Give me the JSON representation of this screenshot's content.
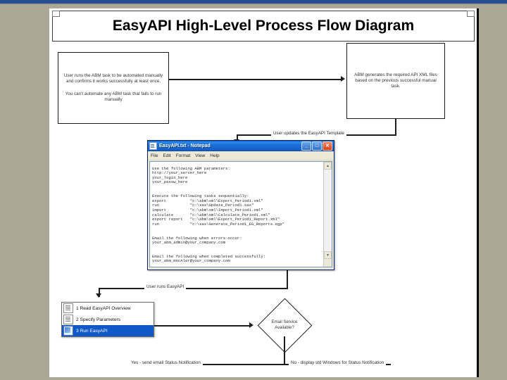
{
  "slide": {
    "title": "EasyAPI High-Level Process Flow Diagram"
  },
  "boxes": {
    "manual_task": {
      "line1": "User runs the ABM task to be automated manually and confirms it works successfully at least once.",
      "line2": "You can't automate any ABM task that fails to run manually"
    },
    "abm_generates": {
      "text": "ABM generates the required API XML files based on the previous successful manual task."
    }
  },
  "connectors": {
    "update_template": "User updates the EasyAPI Template",
    "runs_easyapi": "User runs EasyAPI",
    "yes_branch": "Yes - send email Status Notification",
    "no_branch": "No - display std Windows for Status Notification"
  },
  "decision": {
    "line1": "Email Service",
    "line2": "Available?"
  },
  "notepad": {
    "title": "EasyAPI.txt - Notepad",
    "icon": "notepad-document-icon",
    "menu": [
      "File",
      "Edit",
      "Format",
      "View",
      "Help"
    ],
    "window_buttons": {
      "minimize": "_",
      "maximize": "□",
      "close": "✕"
    },
    "scrollbar": {
      "up": "▲",
      "down": "▼"
    },
    "content": "Use the following ABM parameters:\nhttp://your_server_here\nyour_login_here\nyour_passw_here\n\n\nExecute the following tasks sequentially:\nexport          \"c:\\abm\\xml\\Export_Period1.xml\"\nrun             \"c:\\sas\\Update_Period1.sas\"\nimport          \"c:\\abm\\xml\\Import_Period1.xml\"\ncalculate       \"c:\\abm\\xml\\Calculate_Period1.xml\"\nexport report   \"c:\\abm\\xml\\Export_Period1_Report.xml\"\nrun             \"c:\\sas\\Generate_Period1_EG_Reports.egp\"\n\n\nEmail the following when errors occur:\nyour_abm_admin@your_company.com\n\n\nEmail the following when completed successfully:\nyour_abm_mncAler@your_company.com"
  },
  "context_menu": {
    "items": [
      {
        "label": "1 Read EasyAPI Overview",
        "icon": "word-document-icon",
        "selected": false
      },
      {
        "label": "2 Specify Parameters",
        "icon": "text-document-icon",
        "selected": false
      },
      {
        "label": "3 Run EasyAPI",
        "icon": "run-application-icon",
        "selected": true
      }
    ]
  },
  "colors": {
    "background": "#aba898",
    "page": "#ffffff",
    "titlebar_blue": "#1a6fd8",
    "selection_blue": "#1057c8",
    "top_strip": "#2a4f94"
  }
}
